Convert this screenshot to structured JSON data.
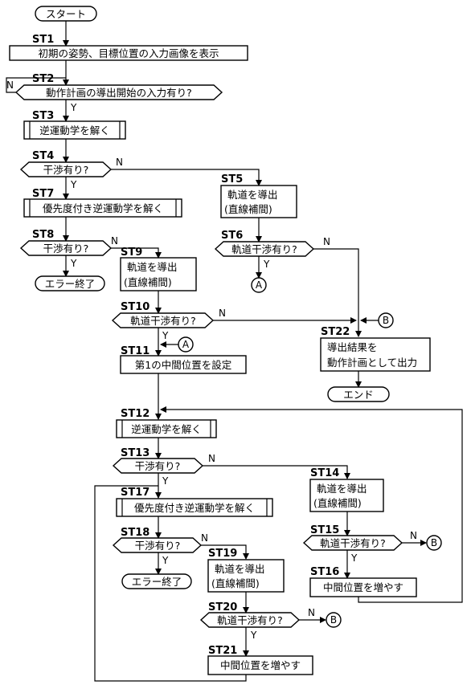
{
  "flow": {
    "start": "スタート",
    "end": "エンド",
    "error_end_1": "エラー終了",
    "error_end_2": "エラー終了",
    "yes": "Y",
    "no": "N",
    "connector_a": "A",
    "connector_b": "B",
    "steps": {
      "st1": {
        "id": "ST1",
        "text": "初期の姿勢、目標位置の入力画像を表示"
      },
      "st2": {
        "id": "ST2",
        "text": "動作計画の導出開始の入力有り?"
      },
      "st3": {
        "id": "ST3",
        "text": "逆運動学を解く"
      },
      "st4": {
        "id": "ST4",
        "text": "干渉有り?"
      },
      "st5": {
        "id": "ST5",
        "line1": "軌道を導出",
        "line2": "(直線補間)"
      },
      "st6": {
        "id": "ST6",
        "text": "軌道干渉有り?"
      },
      "st7": {
        "id": "ST7",
        "text": "優先度付き逆運動学を解く"
      },
      "st8": {
        "id": "ST8",
        "text": "干渉有り?"
      },
      "st9": {
        "id": "ST9",
        "line1": "軌道を導出",
        "line2": "(直線補間)"
      },
      "st10": {
        "id": "ST10",
        "text": "軌道干渉有り?"
      },
      "st11": {
        "id": "ST11",
        "text": "第1の中間位置を設定"
      },
      "st12": {
        "id": "ST12",
        "text": "逆運動学を解く"
      },
      "st13": {
        "id": "ST13",
        "text": "干渉有り?"
      },
      "st14": {
        "id": "ST14",
        "line1": "軌道を導出",
        "line2": "(直線補間)"
      },
      "st15": {
        "id": "ST15",
        "text": "軌道干渉有り?"
      },
      "st16": {
        "id": "ST16",
        "text": "中間位置を増やす"
      },
      "st17": {
        "id": "ST17",
        "text": "優先度付き逆運動学を解く"
      },
      "st18": {
        "id": "ST18",
        "text": "干渉有り?"
      },
      "st19": {
        "id": "ST19",
        "line1": "軌道を導出",
        "line2": "(直線補間)"
      },
      "st20": {
        "id": "ST20",
        "text": "軌道干渉有り?"
      },
      "st21": {
        "id": "ST21",
        "text": "中間位置を増やす"
      },
      "st22": {
        "id": "ST22",
        "line1": "導出結果を",
        "line2": "動作計画として出力"
      }
    }
  }
}
